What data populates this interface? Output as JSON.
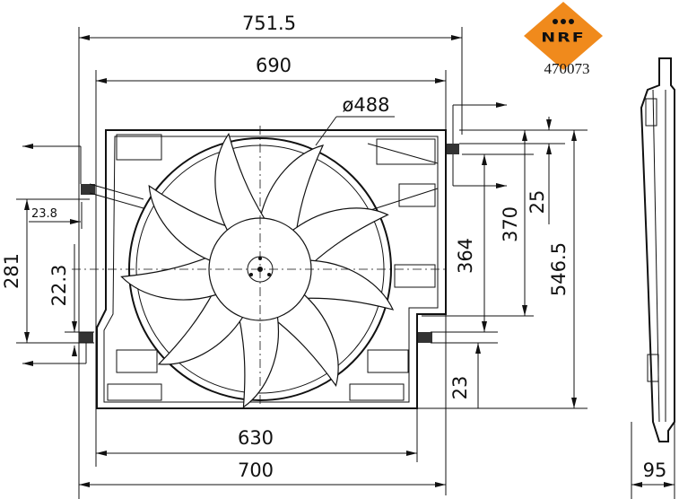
{
  "brand": {
    "logo_text": "NRF",
    "part_number": "470073",
    "logo_color": "#f08a1c"
  },
  "dimensions": {
    "overall_width": "751.5",
    "mount_width": "690",
    "fan_diameter": "ø488",
    "top_offset": "25",
    "right_height_370": "370",
    "right_height_364": "364",
    "overall_height": "546.5",
    "bottom_offset": "23",
    "left_height": "281",
    "left_offset_23_8": "23.8",
    "left_offset_22_3": "22.3",
    "bottom_width_630": "630",
    "bottom_width_700": "700",
    "depth": "95"
  }
}
